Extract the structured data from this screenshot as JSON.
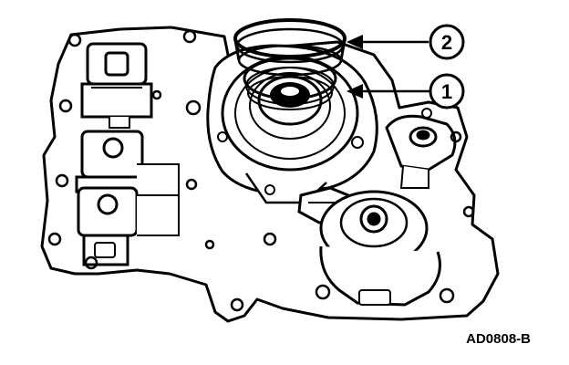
{
  "callouts": [
    {
      "id": "2",
      "label": "2"
    },
    {
      "id": "1",
      "label": "1"
    }
  ],
  "figure_code": "AD0808-B",
  "colors": {
    "ink": "#000000",
    "paper": "#ffffff"
  }
}
